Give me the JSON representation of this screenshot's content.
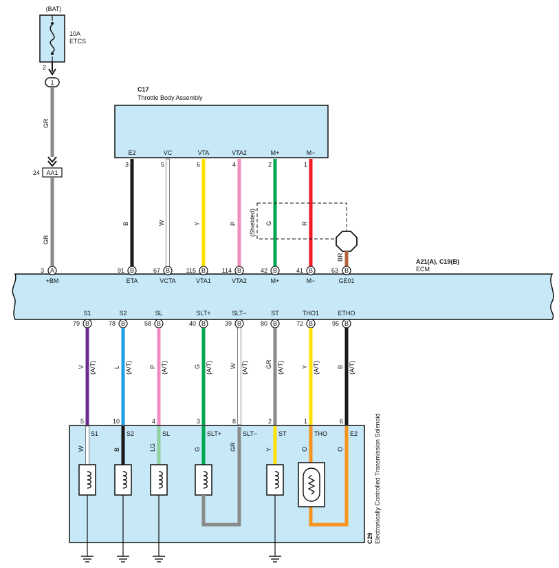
{
  "colors": {
    "box_fill": "#c6e8f7",
    "gray": "#8a8a8a",
    "black": "#1a1a1a",
    "white": "#ffffff",
    "yellow": "#ffe100",
    "pink": "#f08cc0",
    "green": "#00a651",
    "red": "#ed1c24",
    "brown": "#b5653a",
    "violet": "#6b2c91",
    "blue": "#1ba1e2",
    "lightgreen": "#8fd19e",
    "orange": "#f7941d"
  },
  "fuse": {
    "source": "(BAT)",
    "rating": "10A",
    "name": "ETCS",
    "pin": "2",
    "conn_pin": "1",
    "wire": "GR",
    "aa_pin": "24",
    "aa_label": "AA1",
    "wire2": "GR"
  },
  "throttle": {
    "code": "C17",
    "name": "Throttle Body Assembly",
    "wires": [
      {
        "term": "E2",
        "pin": "3",
        "color": "B",
        "ecm_pin": "91",
        "ecm_term": "ETA"
      },
      {
        "term": "VC",
        "pin": "5",
        "color": "W",
        "ecm_pin": "67",
        "ecm_term": "VCTA"
      },
      {
        "term": "VTA",
        "pin": "6",
        "color": "Y",
        "ecm_pin": "115",
        "ecm_term": "VTA1"
      },
      {
        "term": "VTA2",
        "pin": "4",
        "color": "P",
        "ecm_pin": "114",
        "ecm_term": "VTA2"
      },
      {
        "term": "M+",
        "pin": "2",
        "color": "G",
        "ecm_pin": "42",
        "ecm_term": "M+"
      },
      {
        "term": "M−",
        "pin": "1",
        "color": "R",
        "ecm_pin": "41",
        "ecm_term": "M−"
      }
    ],
    "shield_label": "(Shielded)",
    "shield_wire": "BR",
    "shield_ecm_pin": "63",
    "shield_ecm_term": "GE01"
  },
  "ecm": {
    "code": "A21(A), C19(B)",
    "name": "ECM",
    "bm_pin": "3",
    "bm_conn": "A",
    "bm_term": "+BM",
    "conn_b": "B"
  },
  "solenoid": {
    "code": "C29",
    "name": "Electronically Controlled Transmission Solenoid",
    "at": "(A/T)",
    "wires": [
      {
        "ecm_term": "S1",
        "ecm_pin": "79",
        "color_upper": "V",
        "pin": "5",
        "term": "S1",
        "color_lower": "W"
      },
      {
        "ecm_term": "S2",
        "ecm_pin": "78",
        "color_upper": "L",
        "pin": "10",
        "term": "S2",
        "color_lower": "B"
      },
      {
        "ecm_term": "SL",
        "ecm_pin": "58",
        "color_upper": "P",
        "pin": "4",
        "term": "SL",
        "color_lower": "LG"
      },
      {
        "ecm_term": "SLT+",
        "ecm_pin": "40",
        "color_upper": "G",
        "pin": "3",
        "term": "SLT+",
        "color_lower": "G"
      },
      {
        "ecm_term": "SLT−",
        "ecm_pin": "39",
        "color_upper": "W",
        "pin": "8",
        "term": "SLT−",
        "color_lower": "GR"
      },
      {
        "ecm_term": "ST",
        "ecm_pin": "80",
        "color_upper": "GR",
        "pin": "2",
        "term": "ST",
        "color_lower": "Y"
      },
      {
        "ecm_term": "THO1",
        "ecm_pin": "72",
        "color_upper": "Y",
        "pin": "1",
        "term": "THO",
        "color_lower": "O"
      },
      {
        "ecm_term": "ETHO",
        "ecm_pin": "95",
        "color_upper": "B",
        "pin": "6",
        "term": "E2",
        "color_lower": "O"
      }
    ]
  }
}
